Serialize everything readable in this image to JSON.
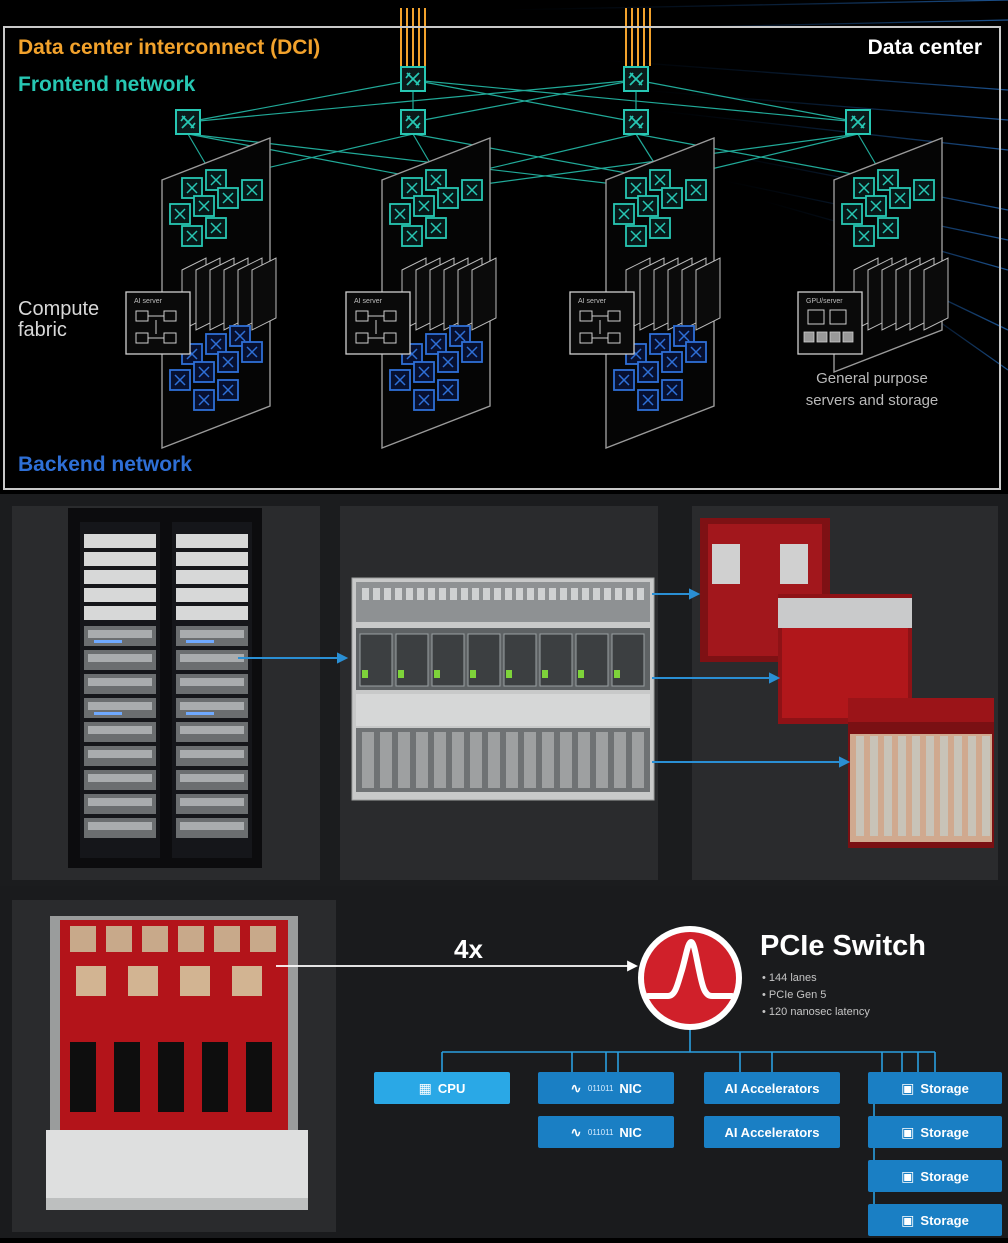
{
  "network_diagram": {
    "dci_label": "Data center interconnect (DCI)",
    "frontend_label": "Frontend network",
    "datacenter_label": "Data center",
    "compute_fabric_label_line1": "Compute",
    "compute_fabric_label_line2": "fabric",
    "backend_label": "Backend network",
    "general_purpose_line1": "General purpose",
    "general_purpose_line2": "servers and storage",
    "server_card_labels": [
      "AI server",
      "AI server",
      "AI server",
      "GPU/server"
    ],
    "colors": {
      "dci": "#f2a22c",
      "frontend": "#27c7b3",
      "backend": "#2e6fd6",
      "frame": "#c9c9c9"
    }
  },
  "hardware_photos": {
    "description_icons": [
      "rack-photo",
      "chassis-photo",
      "board-stack-photo",
      "motherboard-photo"
    ]
  },
  "pcie_diagram": {
    "multiplier": "4x",
    "title": "PCIe Switch",
    "bullets": [
      "144 lanes",
      "PCIe Gen 5",
      "120 nanosec latency"
    ],
    "cpu_label": "CPU",
    "nic_labels": [
      "NIC",
      "NIC"
    ],
    "nic_bits": "011011",
    "accelerator_labels": [
      "AI Accelerators",
      "AI Accelerators"
    ],
    "storage_labels": [
      "Storage",
      "Storage",
      "Storage",
      "Storage"
    ],
    "colors": {
      "logo": "#d0202a",
      "node": "#1a7fc4",
      "cpu": "#2aa8e6",
      "connector": "#2a9fe0"
    }
  }
}
